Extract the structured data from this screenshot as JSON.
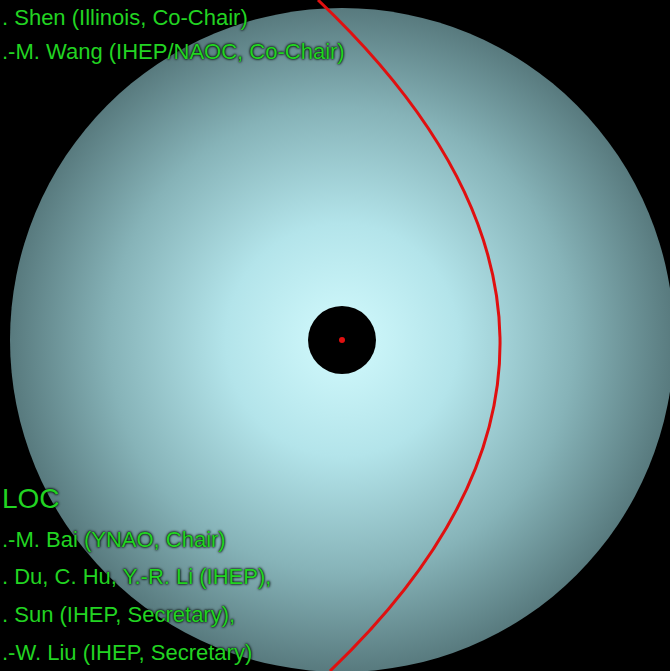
{
  "diagram": {
    "labels": [
      ". Shen (Illinois, Co-Chair)",
      ".-M. Wang (IHEP/NAOC, Co-Chair)",
      "LOC",
      ".-M. Bai (YNAO, Chair)",
      ". Du, C. Hu, Y.-R. Li (IHEP),",
      ". Sun (IHEP, Secretary),",
      ".-W. Liu (IHEP, Secretary)"
    ]
  }
}
